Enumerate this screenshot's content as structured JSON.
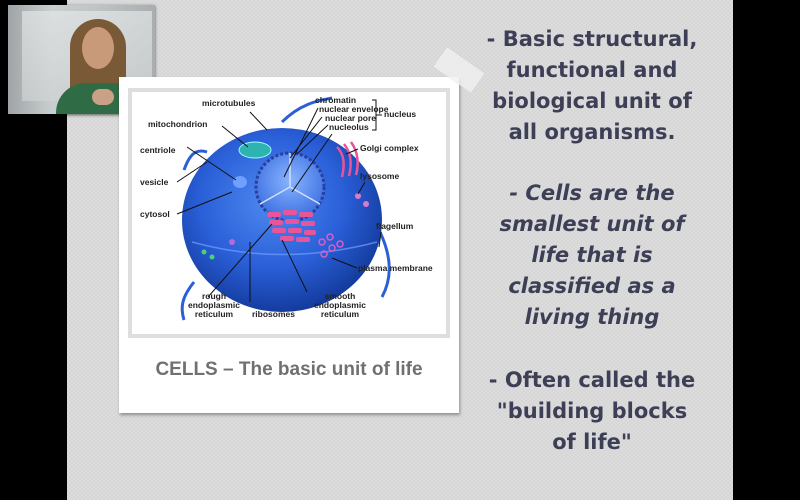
{
  "webcam": {
    "label": "presenter webcam feed"
  },
  "slide": {
    "figure": {
      "caption": "CELLS – The basic unit of life",
      "labels": {
        "microtubules": "microtubules",
        "mitochondrion": "mitochondrion",
        "centriole": "centriole",
        "vesicle": "vesicle",
        "cytosol": "cytosol",
        "chromatin": "chromatin",
        "nuclear_envelope": "nuclear envelope",
        "nuclear_pore": "nuclear pore",
        "nucleolus": "nucleolus",
        "nucleus": "nucleus",
        "golgi": "Golgi complex",
        "lysosome": "lysosome",
        "flagellum": "flagellum",
        "plasma_membrane": "plasma membrane",
        "rough_er_1": "rough",
        "rough_er_2": "endoplasmic",
        "rough_er_3": "reticulum",
        "ribosomes": "ribosomes",
        "smooth_er_1": "smooth",
        "smooth_er_2": "endoplasmic",
        "smooth_er_3": "reticulum"
      }
    },
    "bullets": [
      {
        "lines": [
          "- Basic structural,",
          "functional and",
          "biological unit of",
          "all organisms."
        ],
        "italic": false
      },
      {
        "lines": [
          "- Cells are the",
          "smallest unit of",
          "life that is",
          "classified as a",
          "living thing"
        ],
        "italic": true
      },
      {
        "lines": [
          "- Often called the",
          "\"building blocks",
          "of life\""
        ],
        "italic": false
      }
    ]
  },
  "colors": {
    "background": "#000000",
    "slide_bg": "#dcdcdc",
    "text": "#3c3f55",
    "caption": "#707070",
    "cell_blue": "#2a5fd8",
    "er_pink": "#e8559a"
  }
}
